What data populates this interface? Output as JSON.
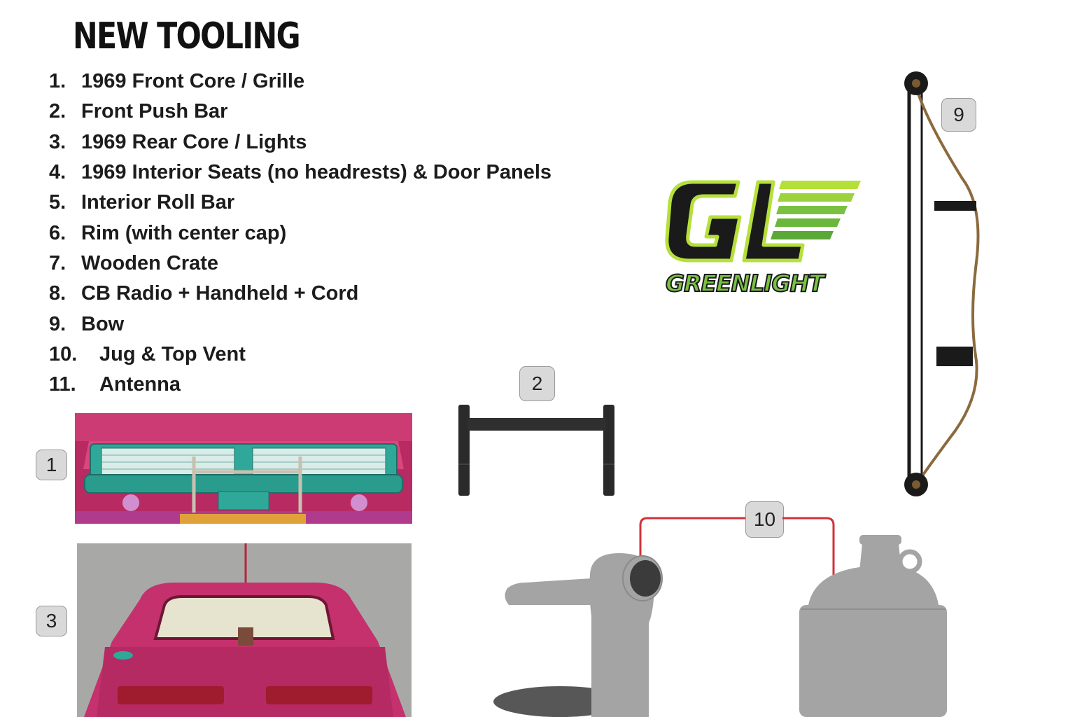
{
  "header": {
    "title": "NEW TOOLING"
  },
  "parts": [
    {
      "number": "1.",
      "name": "1969 Front Core / Grille"
    },
    {
      "number": "2.",
      "name": "Front Push Bar"
    },
    {
      "number": "3.",
      "name": "1969 Rear Core / Lights"
    },
    {
      "number": "4.",
      "name": "1969 Interior Seats (no headrests) & Door Panels"
    },
    {
      "number": "5.",
      "name": "Interior Roll Bar"
    },
    {
      "number": "6.",
      "name": "Rim (with center cap)"
    },
    {
      "number": "7.",
      "name": "Wooden Crate"
    },
    {
      "number": "8.",
      "name": "CB Radio + Handheld + Cord"
    },
    {
      "number": "9.",
      "name": "Bow"
    },
    {
      "number": "10.",
      "name": "Jug & Top Vent"
    },
    {
      "number": "11.",
      "name": "Antenna"
    }
  ],
  "callouts": {
    "front_core": "1",
    "push_bar": "2",
    "rear_core": "3",
    "bow": "9",
    "jug_vent": "10"
  },
  "logo": {
    "mark": "GL",
    "wordmark": "GREENLIGHT",
    "colors": {
      "green": "#7ac143",
      "lime": "#b5e03a",
      "dark": "#1a1a1a"
    }
  },
  "colors": {
    "car_body": "#c4316c",
    "grille_teal": "#2fa89a",
    "connector_line": "#d0333a",
    "part_gray": "#a4a4a4",
    "bow_string": "#8b6a3e"
  }
}
